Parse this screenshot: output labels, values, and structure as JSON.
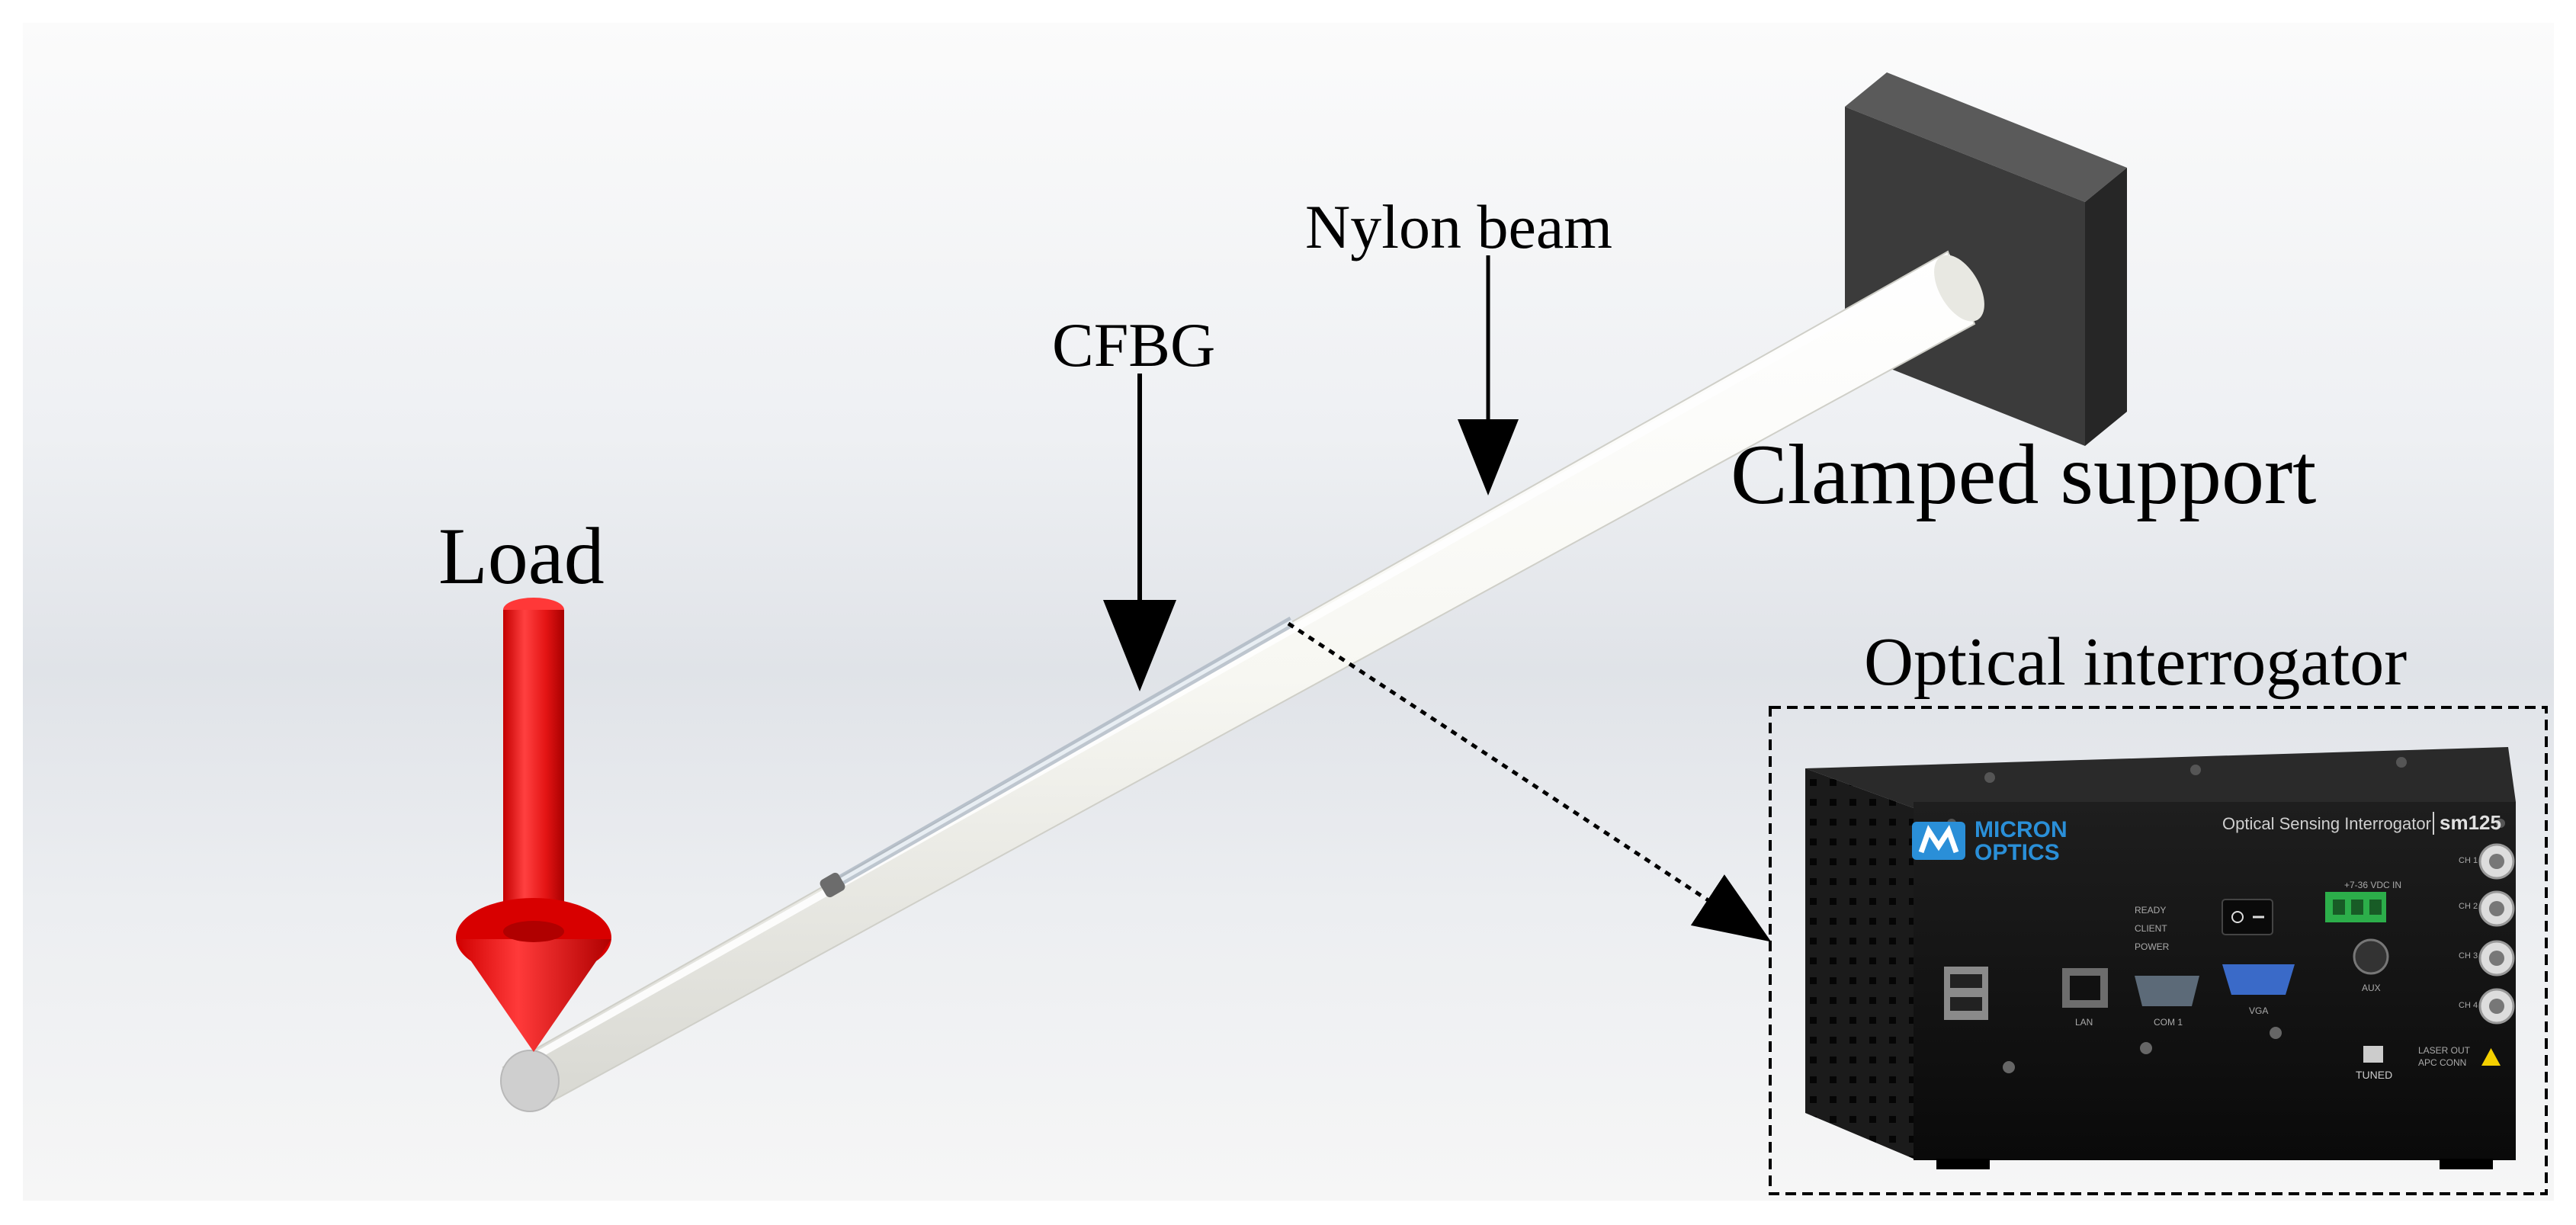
{
  "labels": {
    "nylon_beam": "Nylon beam",
    "cfbg": "CFBG",
    "clamped_support": "Clamped support",
    "load": "Load",
    "optical_interrogator": "Optical interrogator"
  },
  "device": {
    "brand_line1": "MICRON",
    "brand_line2": "OPTICS",
    "model_text": "Optical Sensing Interrogator",
    "model_number": "sm125",
    "status_ready": "READY",
    "status_client": "CLIENT",
    "status_power": "POWER",
    "power_label": "+7-36 VDC IN",
    "port_lan": "LAN",
    "port_com": "COM 1",
    "port_vga": "VGA",
    "port_aux": "AUX",
    "tuned_label": "TUNED",
    "laser_line1": "LASER OUT",
    "laser_line2": "APC CONN",
    "ch1": "CH 1",
    "ch2": "CH 2",
    "ch3": "CH 3",
    "ch4": "CH 4"
  },
  "colors": {
    "load_arrow": "#e01010",
    "beam": "#f4f4ef",
    "support": "#3a3a3a",
    "device_body": "#141414",
    "brand_blue": "#2a8fd8"
  }
}
